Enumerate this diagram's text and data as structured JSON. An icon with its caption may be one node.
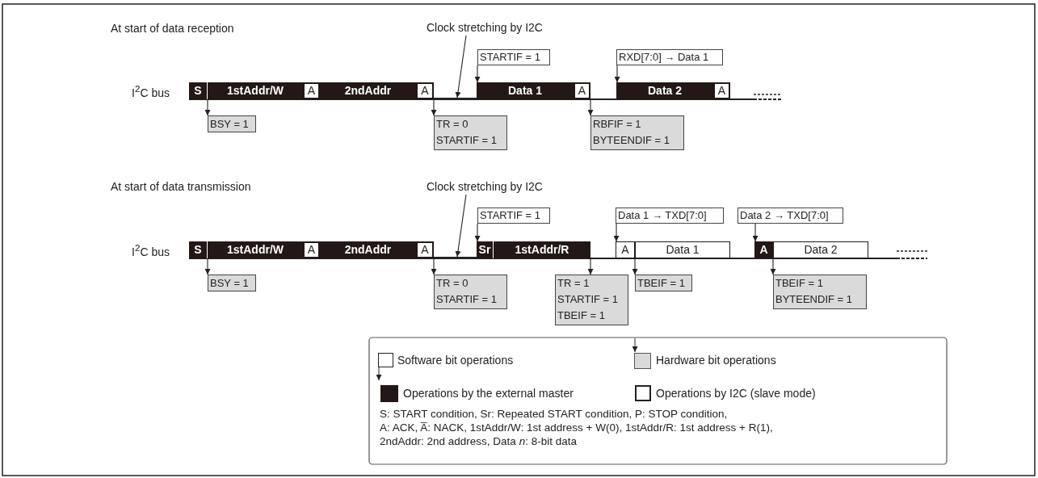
{
  "diagram": {
    "nodes": [
      {
        "text": [
          "S"
        ]
      },
      {
        "text": [
          "1stAddr/W"
        ]
      },
      {
        "text": [
          "A"
        ]
      },
      {
        "text": [
          "2ndAddr"
        ]
      },
      {
        "text": [
          "A"
        ]
      },
      {
        "text": [
          "Data 1"
        ]
      },
      {
        "text": [
          "A"
        ]
      },
      {
        "text": [
          "Data 2"
        ]
      },
      {
        "text": [
          "A"
        ]
      },
      {
        "text": [
          "STARTIF = 1"
        ]
      },
      {
        "text": [
          "RXD[7:0] → Data 1"
        ]
      },
      {
        "text": [
          "BSY = 1"
        ]
      },
      {
        "text": [
          "TR = 0",
          "STARTIF = 1"
        ]
      },
      {
        "text": [
          "RBFIF = 1",
          "BYTEENDIF = 1"
        ]
      },
      {
        "text": [
          "Clock stretching by I2C"
        ]
      },
      {
        "text": [
          "S"
        ]
      },
      {
        "text": [
          "1stAddr/W"
        ]
      },
      {
        "text": [
          "A"
        ]
      },
      {
        "text": [
          "2ndAddr"
        ]
      },
      {
        "text": [
          "A"
        ]
      },
      {
        "text": [
          "Sr"
        ]
      },
      {
        "text": [
          "1stAddr/R"
        ]
      },
      {
        "text": [
          "A"
        ]
      },
      {
        "text": [
          "Data 1"
        ]
      },
      {
        "text": [
          "A"
        ]
      },
      {
        "text": [
          "Data 2"
        ]
      },
      {
        "text": [
          "STARTIF = 1"
        ]
      },
      {
        "text": [
          "Data 1 → TXD[7:0]"
        ]
      },
      {
        "text": [
          "Data 2 → TXD[7:0]"
        ]
      },
      {
        "text": [
          "BSY = 1"
        ]
      },
      {
        "text": [
          "TR = 0",
          "STARTIF = 1"
        ]
      },
      {
        "text": [
          "TR = 1",
          "STARTIF = 1",
          "TBEIF = 1"
        ]
      },
      {
        "text": [
          "TBEIF = 1"
        ]
      },
      {
        "text": [
          "TBEIF = 1",
          "BYTEENDIF = 1"
        ]
      },
      {
        "text": [
          "Clock stretching by I2C"
        ]
      },
      {
        "text": [],
        "shape": "bar"
      },
      {
        "text": [],
        "shape": "bar"
      }
    ],
    "edges": [
      {
        "from": 0,
        "to": 11,
        "arrow": "to"
      },
      {
        "from": 4,
        "to": 12,
        "arrow": "to"
      },
      {
        "from": 9,
        "to": 5,
        "arrow": "to"
      },
      {
        "from": 6,
        "to": 13,
        "arrow": "to"
      },
      {
        "from": 10,
        "to": 7,
        "arrow": "to"
      },
      {
        "from": 14,
        "to": 35,
        "arrow": "to"
      },
      {
        "from": 15,
        "to": 29,
        "arrow": "to"
      },
      {
        "from": 19,
        "to": 30,
        "arrow": "to"
      },
      {
        "from": 26,
        "to": 20,
        "arrow": "to"
      },
      {
        "from": 21,
        "to": 31,
        "arrow": "to"
      },
      {
        "from": 27,
        "to": 22,
        "arrow": "to"
      },
      {
        "from": 22,
        "to": 32,
        "arrow": "to"
      },
      {
        "from": 28,
        "to": 24,
        "arrow": "to"
      },
      {
        "from": 24,
        "to": 33,
        "arrow": "to"
      },
      {
        "from": 34,
        "to": 36,
        "arrow": "to"
      }
    ],
    "labels": [
      "At start of data reception",
      "I$^{2}$C bus",
      "At start of data transmission",
      "I$^{2}$C bus",
      "S: START condition,  Sr: Repeated START condition,  P: STOP condition,",
      "A: ACK,  A̅: NACK,  1stAddr/W: 1st address + W(0),  1stAddr/R: 1st address + R(1),",
      "2ndAddr: 2nd address,  Data *n*: 8-bit data"
    ],
    "legend": [
      {
        "text": "Software bit operations",
        "color": "#ffffff"
      },
      {
        "text": "Hardware bit operations",
        "color": "#d9d9d9"
      },
      {
        "text": "Operations by the external master",
        "color": "#231815"
      },
      {
        "text": "Operations by I2C (slave mode)",
        "color": "#ffffff"
      }
    ]
  }
}
